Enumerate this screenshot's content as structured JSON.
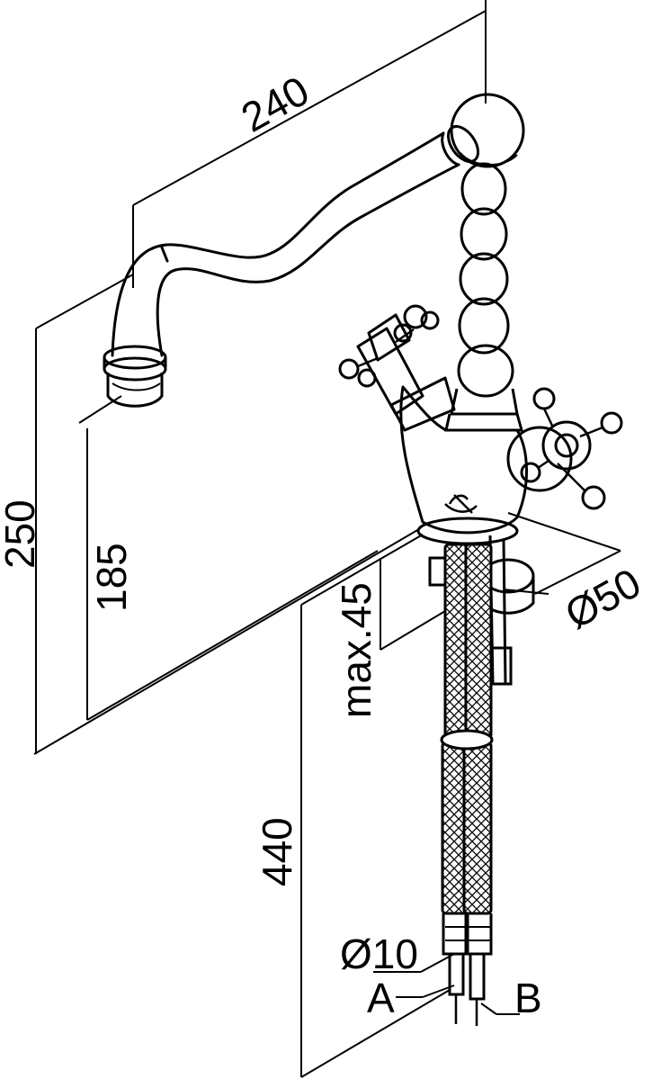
{
  "dimensions": {
    "spout_reach": "240",
    "total_height": "250",
    "outlet_height": "185",
    "max_deck_thickness": "max.45",
    "hose_length": "440",
    "base_diameter": "Ø50",
    "hose_diameter": "Ø10",
    "inlet_a": "A",
    "inlet_b": "B"
  },
  "colors": {
    "line": "#000000",
    "background": "#ffffff"
  }
}
